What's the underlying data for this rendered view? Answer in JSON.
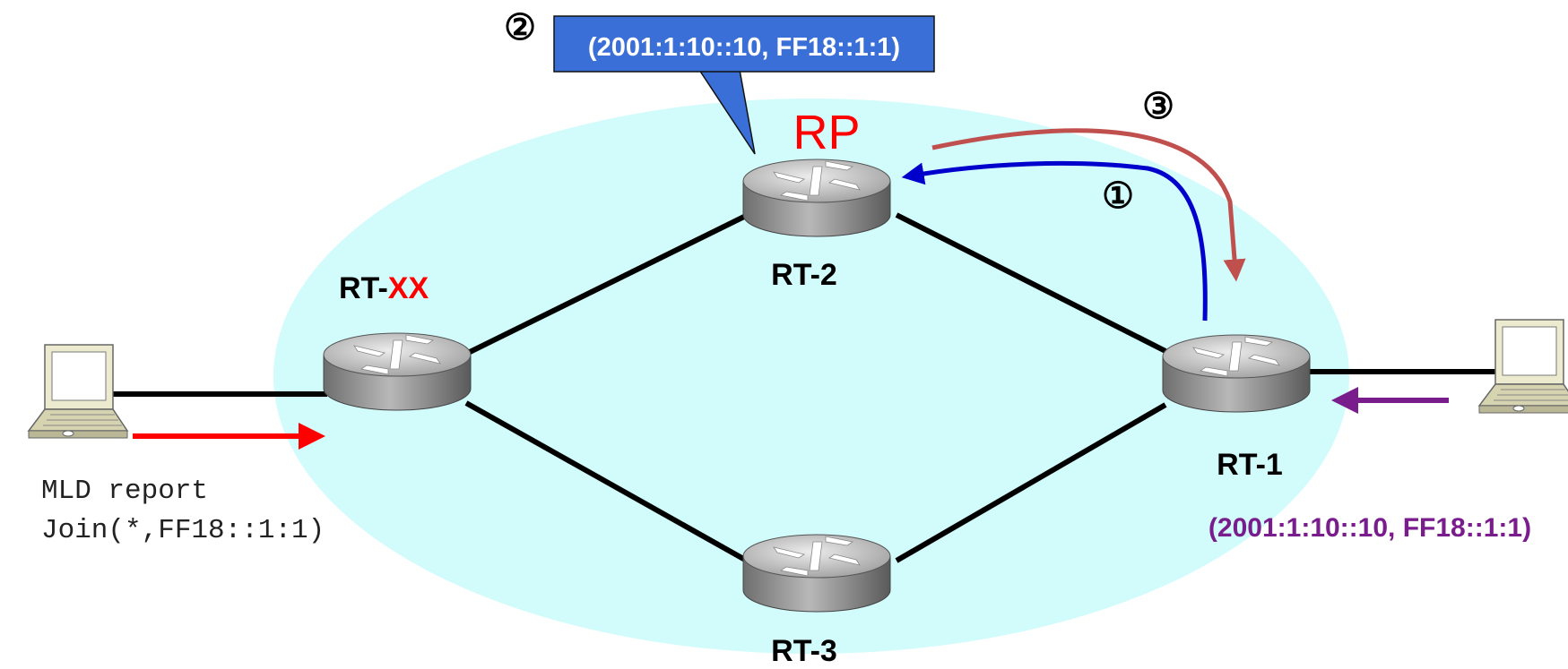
{
  "callout": {
    "marker": "②",
    "text": "(2001:1:10::10, FF18::1:1)"
  },
  "rp_label": "RP",
  "step1_marker": "①",
  "step3_marker": "③",
  "routers": {
    "rtxx_prefix": "RT-",
    "rtxx_suffix": "XX",
    "rt1": "RT-1",
    "rt2": "RT-2",
    "rt3": "RT-3"
  },
  "left_host": {
    "line1": "MLD report",
    "line2": "Join(*,FF18::1:1)"
  },
  "right_source": {
    "text": "(2001:1:10::10, FF18::1:1)"
  },
  "colors": {
    "domain": "#d2fbfc",
    "rp": "#ff0000",
    "step1": "#0000cc",
    "step3": "#c0504d",
    "join_arrow": "#ff0000",
    "source_arrow": "#7a1d8c",
    "callout_fill": "#3a6fd8"
  },
  "icons": [
    "router-icon",
    "laptop-icon"
  ]
}
